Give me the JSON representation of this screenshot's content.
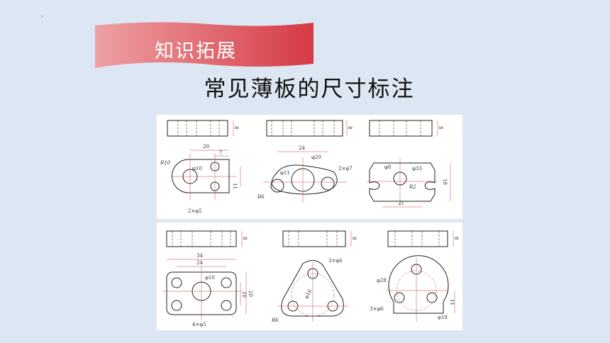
{
  "banner": {
    "label": "知识拓展",
    "color_start": "#eda0a4",
    "color_end": "#d63a45"
  },
  "page_title": "常见薄板的尺寸标注",
  "figures": {
    "f1": {
      "d_width": "20",
      "d_offset": "7",
      "d_radius": "R10",
      "d_hole": "φ10",
      "d_height": "11",
      "d_holes": "2×φ5",
      "d_thick": "8"
    },
    "f2": {
      "d_width": "24",
      "d_big": "φ20",
      "d_small": "φ11",
      "d_holes": "2×φ7",
      "d_radius": "R6",
      "d_thick": "8"
    },
    "f3": {
      "d_hole": "φ8",
      "d_outer": "φ33",
      "d_radius": "R2",
      "d_height": "18",
      "d_width": "21",
      "d_thick": "8"
    },
    "f4": {
      "d_outer": "34",
      "d_inner": "24",
      "d_hole": "φ10",
      "d_in_h": "10",
      "d_out_h": "20",
      "d_holes": "4×φ5",
      "d_thick": "8"
    },
    "f5": {
      "d_holes": "3×φ6",
      "d_circle": "φ16",
      "d_radius": "R6",
      "d_thick": "8"
    },
    "f6": {
      "d_outer": "φ28",
      "d_holes": "3×φ6",
      "d_inner": "φ18",
      "d_height": "11",
      "d_thick": "8"
    }
  }
}
